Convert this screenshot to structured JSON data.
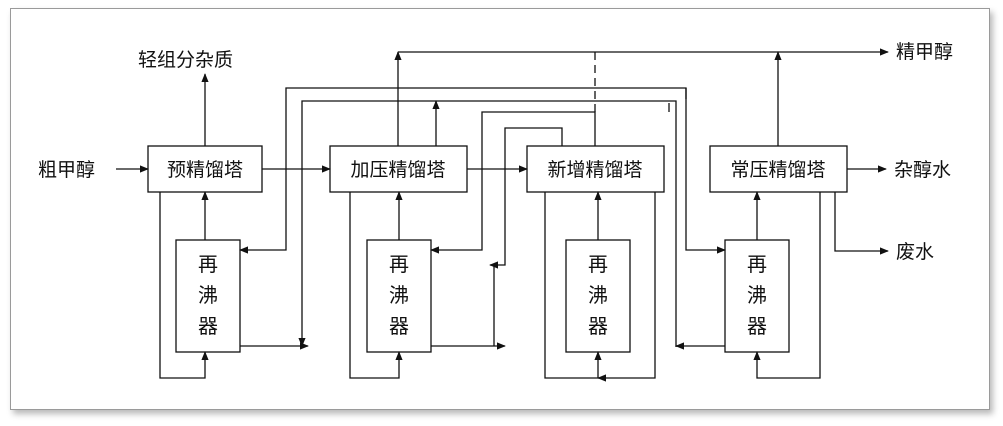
{
  "towers": {
    "pre": "预精馏塔",
    "pressure": "加压精馏塔",
    "new": "新增精馏塔",
    "atm": "常压精馏塔"
  },
  "reboiler": [
    "再",
    "沸",
    "器"
  ],
  "streams": {
    "feed": "粗甲醇",
    "light": "轻组分杂质",
    "product": "精甲醇",
    "fusel": "杂醇水",
    "waste": "废水"
  }
}
